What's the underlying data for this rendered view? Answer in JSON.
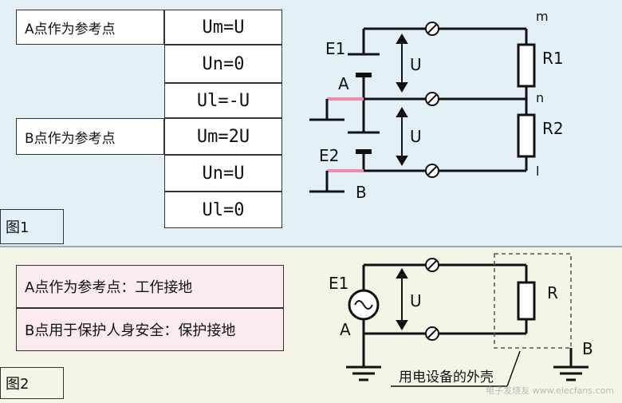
{
  "figure1": {
    "caption": "图1",
    "table": [
      {
        "group": "A点作为参考点",
        "values": [
          "Um=U",
          "Un=0",
          "Ul=-U"
        ]
      },
      {
        "group": "B点作为参考点",
        "values": [
          "Um=2U",
          "Un=U",
          "Ul=0"
        ]
      }
    ],
    "circuit_labels": {
      "e1": "E1",
      "e2": "E2",
      "a": "A",
      "b": "B",
      "u_top": "U",
      "u_bottom": "U",
      "r1": "R1",
      "r2": "R2",
      "m": "m",
      "n": "n",
      "l": "l"
    }
  },
  "figure2": {
    "caption": "图2",
    "rows": [
      "A点作为参考点：工作接地",
      "B点用于保护人身安全：保护接地"
    ],
    "circuit_labels": {
      "e1": "E1",
      "a": "A",
      "u": "U",
      "r": "R",
      "b": "B"
    },
    "enclosure_label": "用电设备的外壳"
  },
  "watermark": "电子发烧友 www.elecfans.com",
  "colors": {
    "panel1_bg": "#e3f1f7",
    "panel2_bg": "#f4f5e6",
    "ground_highlight": "#f08aa8"
  }
}
